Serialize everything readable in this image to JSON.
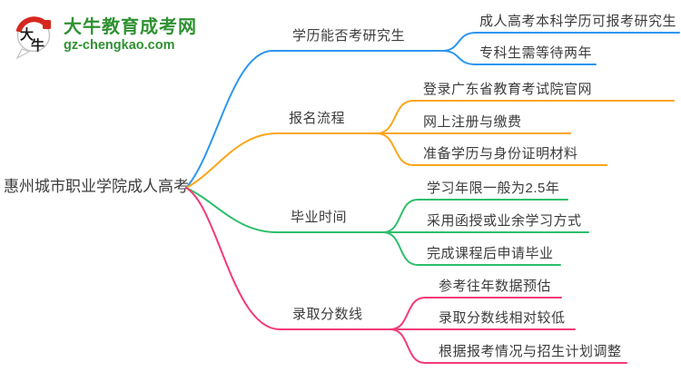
{
  "logo": {
    "icon_char_top": "大",
    "icon_char_bottom": "牛",
    "brand": "大牛教育成考网",
    "url": "gz-chengkao.com"
  },
  "root": {
    "label": "惠州城市职业学院成人高考"
  },
  "branches": [
    {
      "label": "学历能否考研究生",
      "color": "#2E96F0",
      "children": [
        "成人高考本科学历可报考研究生",
        "专科生需等待两年"
      ]
    },
    {
      "label": "报名流程",
      "color": "#FAA61A",
      "children": [
        "登录广东省教育考试院官网",
        "网上注册与缴费",
        "准备学历与身份证明材料"
      ]
    },
    {
      "label": "毕业时间",
      "color": "#2EBE6B",
      "children": [
        "学习年限一般为2.5年",
        "采用函授或业余学习方式",
        "完成课程后申请毕业"
      ]
    },
    {
      "label": "录取分数线",
      "color": "#F23A79",
      "children": [
        "参考往年数据预估",
        "录取分数线相对较低",
        "根据报考情况与招生计划调整"
      ]
    }
  ],
  "colors": {
    "brand_green": "#2F9132",
    "logo_red": "#D5281E",
    "node_text": "#3C3C3C",
    "branch_blue": "#2E96F0",
    "branch_orange": "#FAA61A",
    "branch_green": "#2EBE6B",
    "branch_pink": "#F23A79",
    "background": "#FFFFFF"
  }
}
